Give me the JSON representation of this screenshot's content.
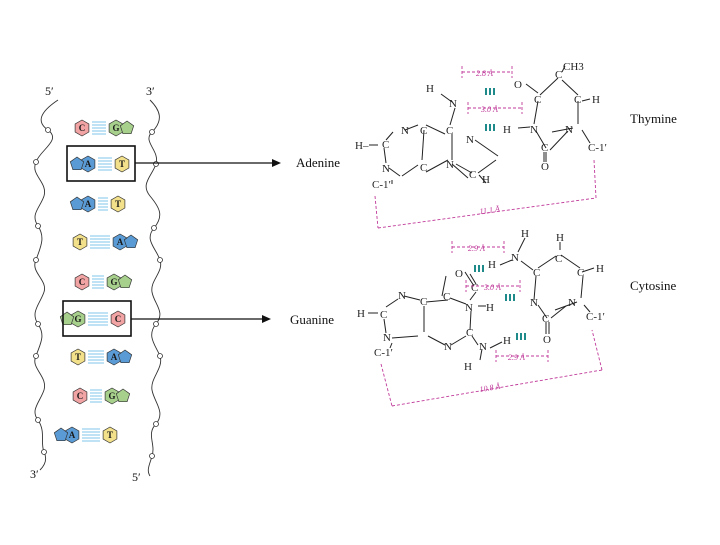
{
  "helix": {
    "strand_ends": {
      "top_left": "5′",
      "top_right": "3′",
      "bottom_left": "3′",
      "bottom_right": "5′"
    },
    "base_pairs": [
      {
        "left": "C",
        "right": "G"
      },
      {
        "left": "A",
        "right": "T"
      },
      {
        "left": "A",
        "right": "T"
      },
      {
        "left": "T",
        "right": "A"
      },
      {
        "left": "C",
        "right": "G"
      },
      {
        "left": "G",
        "right": "C"
      },
      {
        "left": "T",
        "right": "A"
      },
      {
        "left": "C",
        "right": "G"
      },
      {
        "left": "A",
        "right": "T"
      }
    ],
    "colors": {
      "A": "#5b9bd5",
      "T": "#f3e08a",
      "C": "#f2a3a3",
      "G": "#a8d08d",
      "h_bond": "#7fc4e8"
    }
  },
  "callouts": {
    "top": "Adenine",
    "bottom": "Guanine"
  },
  "at_pair": {
    "partner_label": "Thymine",
    "atoms": {
      "ch3": "CH3",
      "h_amino": "H",
      "n_amino": "N",
      "o_top": "O",
      "c_top": "C",
      "c_me": "C",
      "h_c6": "H",
      "c_c6": "C",
      "n9": "N",
      "c8": "C",
      "n7": "N",
      "h_c8": "H–",
      "c_left": "C",
      "c_mid": "C",
      "n1": "N",
      "n3h": "H",
      "n3": "N",
      "c_t2": "C",
      "n_t1": "N",
      "c1_t": "C-1′",
      "n9b": "N",
      "c4": "C",
      "c2": "C",
      "h_c2": "H",
      "c1_a": "C-1′",
      "n_c": "N",
      "o_bot": "O",
      "c_bot": "C"
    },
    "distances": {
      "d1": "2.8 Å",
      "d2": "3.0 Å",
      "d3": "11.1 Å"
    }
  },
  "gc_pair": {
    "partner_label": "Cytosine",
    "atoms": {
      "h_top": "H",
      "n_top": "N",
      "h_n": "H",
      "h_c5": "H",
      "c5": "C",
      "c6": "C",
      "h_c6": "H",
      "o_g": "O",
      "c_g": "C",
      "n7": "N",
      "c4": "C",
      "n3": "N",
      "c_c4": "C",
      "n_c3": "N",
      "h_n1": "H",
      "n1": "N",
      "c_c2": "C",
      "n_c1": "N",
      "c1_c": "C-1′",
      "o_c": "O",
      "h_c8": "H",
      "c8": "C",
      "c5g": "C",
      "c2": "C",
      "n9": "N",
      "n_g3": "N",
      "n_amino": "N",
      "h_amino1": "H",
      "h_amino2": "H",
      "c1_g": "C-1′"
    },
    "distances": {
      "d1": "2.9 Å",
      "d2": "3.0 Å",
      "d3": "2.9 Å",
      "d4": "10.8 Å"
    }
  }
}
